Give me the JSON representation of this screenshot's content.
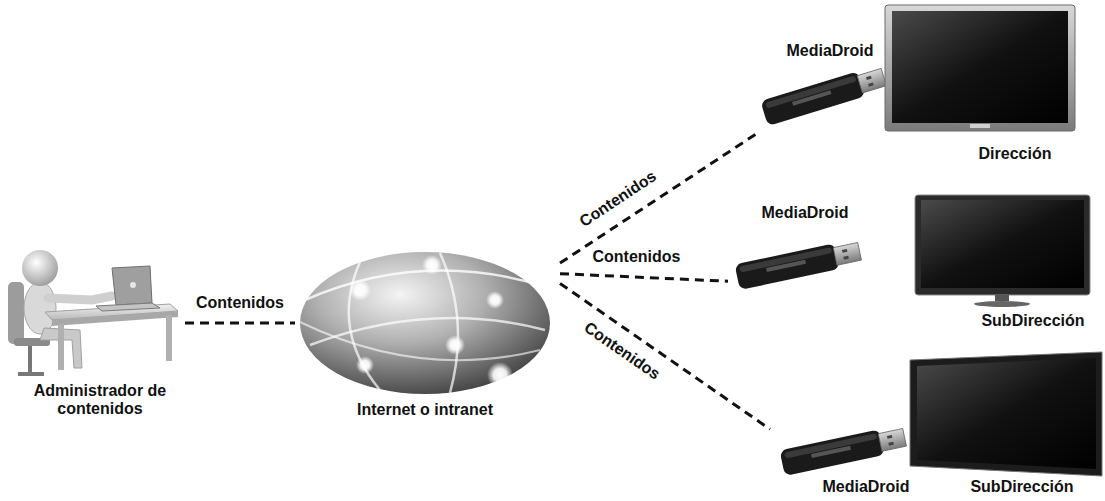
{
  "diagram": {
    "nodes": [
      {
        "text": [
          "Administrador de contenidos"
        ]
      },
      {
        "text": [
          "Internet o intranet"
        ]
      },
      {
        "text": [
          "MediaDroid"
        ]
      },
      {
        "text": [
          "Dirección"
        ]
      },
      {
        "text": [
          "MediaDroid"
        ]
      },
      {
        "text": [
          "SubDirección"
        ]
      },
      {
        "text": [
          "MediaDroid"
        ]
      },
      {
        "text": [
          "SubDirección"
        ]
      }
    ],
    "edges": [
      {
        "from": 0,
        "to": 1,
        "label": "Contenidos",
        "arrow": "none"
      },
      {
        "from": 1,
        "to": 2,
        "label": "Contenidos",
        "arrow": "none"
      },
      {
        "from": 1,
        "to": 4,
        "label": "Contenidos",
        "arrow": "none"
      },
      {
        "from": 1,
        "to": 6,
        "label": "Contenidos",
        "arrow": "none"
      }
    ]
  }
}
